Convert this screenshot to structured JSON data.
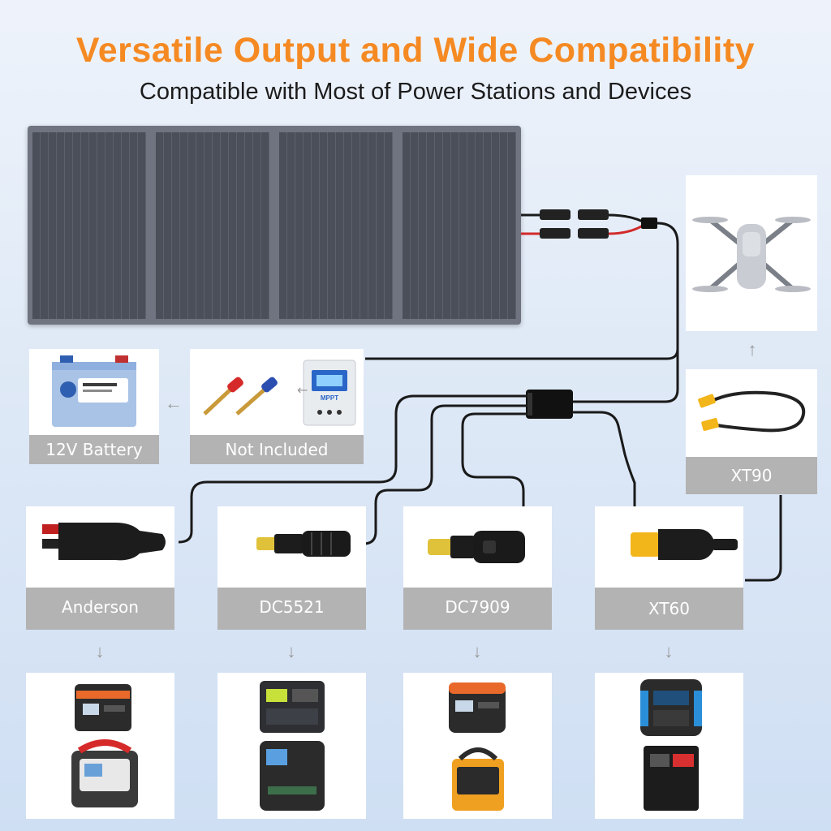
{
  "header": {
    "title": "Versatile Output and Wide Compatibility",
    "subtitle": "Compatible with Most of Power Stations and Devices"
  },
  "labels": {
    "battery": "12V Battery",
    "not_included": "Not Included",
    "xt90": "XT90",
    "anderson": "Anderson",
    "dc5521": "DC5521",
    "dc7909": "DC7909",
    "xt60": "XT60"
  },
  "controller": {
    "brand_text": "MPPT"
  },
  "colors": {
    "title": "#f58a23",
    "label_bg": "#b3b3b3",
    "panel": "#4a4f5a",
    "cable": "#1a1a1a",
    "cable_red": "#d12a2a"
  },
  "icons": {
    "up_arrow": "↑",
    "down_arrow": "↓",
    "left_arrow": "←"
  }
}
